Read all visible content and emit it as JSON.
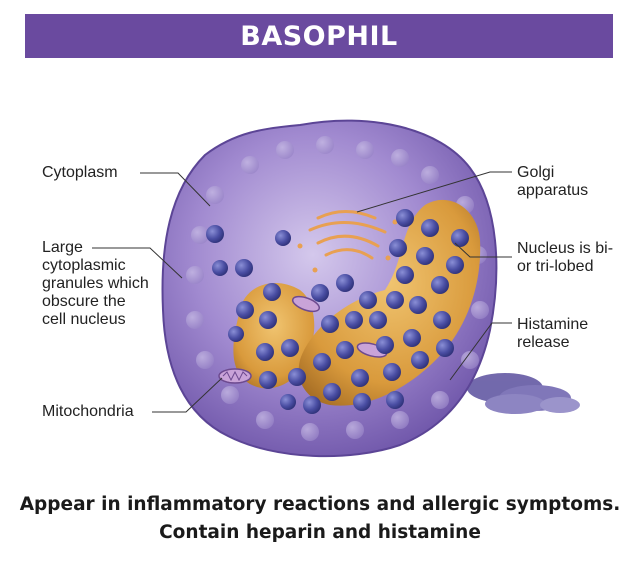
{
  "title": "BASOPHIL",
  "labels": {
    "cytoplasm": "Cytoplasm",
    "granules": "Large\ncytoplasmic\ngranules which\nobscure the\ncell nucleus",
    "mitochondria": "Mitochondria",
    "golgi": "Golgi\napparatus",
    "nucleus": "Nucleus is bi-\nor tri-lobed",
    "histamine": "Histamine\nrelease"
  },
  "caption": {
    "line1": "Appear in inflammatory reactions and allergic symptoms.",
    "line2": "Contain heparin and histamine"
  },
  "colors": {
    "banner": "#6a4a9f",
    "cytoplasm": "#9d86cc",
    "nucleus": "#d99a3c",
    "granule": "#45489a"
  }
}
